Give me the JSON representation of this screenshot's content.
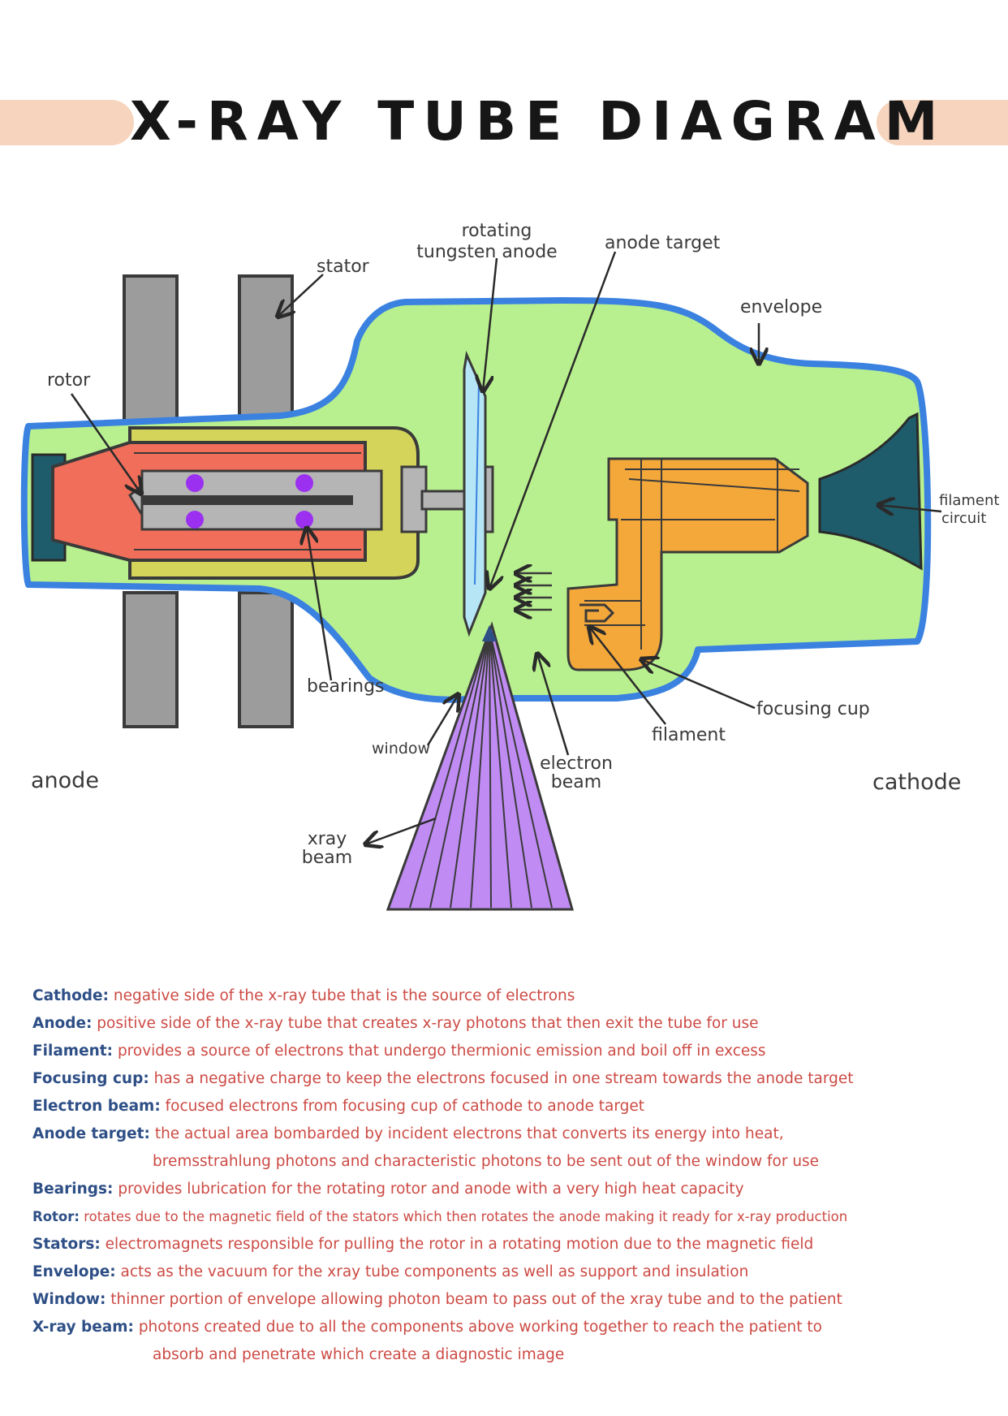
{
  "title": "X-RAY TUBE  DIAGRAM",
  "labels": {
    "stator": "stator",
    "rotating_anode_line1": "rotating",
    "rotating_anode_line2": "tungsten anode",
    "anode_target": "anode target",
    "envelope": "envelope",
    "rotor": "rotor",
    "filament_circuit_line1": "filament",
    "filament_circuit_line2": "circuit",
    "bearings": "bearings",
    "focusing_cup": "focusing cup",
    "filament": "filament",
    "window": "window",
    "electron_beam_line1": "electron",
    "electron_beam_line2": "beam",
    "anode": "anode",
    "cathode": "cathode",
    "xray_beam_line1": "xray",
    "xray_beam_line2": "beam"
  },
  "definitions": [
    {
      "term": "Cathode:",
      "text": "negative side of the x-ray tube that is the source of electrons"
    },
    {
      "term": "Anode:",
      "text": "positive side of the x-ray tube that creates x-ray photons that then exit the tube for use"
    },
    {
      "term": "Filament:",
      "text": "provides a source of electrons that undergo thermionic emission and boil off in excess"
    },
    {
      "term": "Focusing cup:",
      "text": "has a negative charge to keep the electrons focused in one stream towards the anode target"
    },
    {
      "term": "Electron beam:",
      "text": "focused electrons from focusing cup of cathode to anode target"
    },
    {
      "term": "Anode target:",
      "text": "the actual area bombarded by incident electrons that converts its energy into heat,",
      "continuation": "bremsstrahlung photons and characteristic photons to be sent out of the window for use"
    },
    {
      "term": "Bearings:",
      "text": "provides lubrication for the rotating rotor and anode with a very high heat capacity"
    },
    {
      "term": "Rotor:",
      "text": "rotates due to the magnetic field of the stators which then rotates the anode making it ready for x-ray production"
    },
    {
      "term": "Stators:",
      "text": "electromagnets responsible for pulling the rotor in a rotating motion due to the magnetic field"
    },
    {
      "term": "Envelope:",
      "text": "acts as the vacuum for the xray tube components as well as support and insulation"
    },
    {
      "term": "Window:",
      "text": "thinner portion of envelope allowing photon beam to pass out of the xray tube and to the patient"
    },
    {
      "term": "X-ray beam:",
      "text": "photons created due to all the components above working together to reach the patient to",
      "continuation": "absorb and penetrate which create a diagnostic image"
    }
  ],
  "colors": {
    "envelope_fill": "#b9f08f",
    "envelope_outline": "#3b82e0",
    "stator": "#9c9c9c",
    "rotor_housing": "#d4d45a",
    "rotor": "#f06e5a",
    "bearings": "#9b30f0",
    "anode_disc": "#b6e6f6",
    "cathode_assembly": "#f4a83a",
    "filament_circuit": "#1f5c6b",
    "xray_beam": "#c08cf4",
    "title_accent": "#f6d4bd",
    "term": "#2e4f86",
    "definition": "#cc4a44"
  }
}
